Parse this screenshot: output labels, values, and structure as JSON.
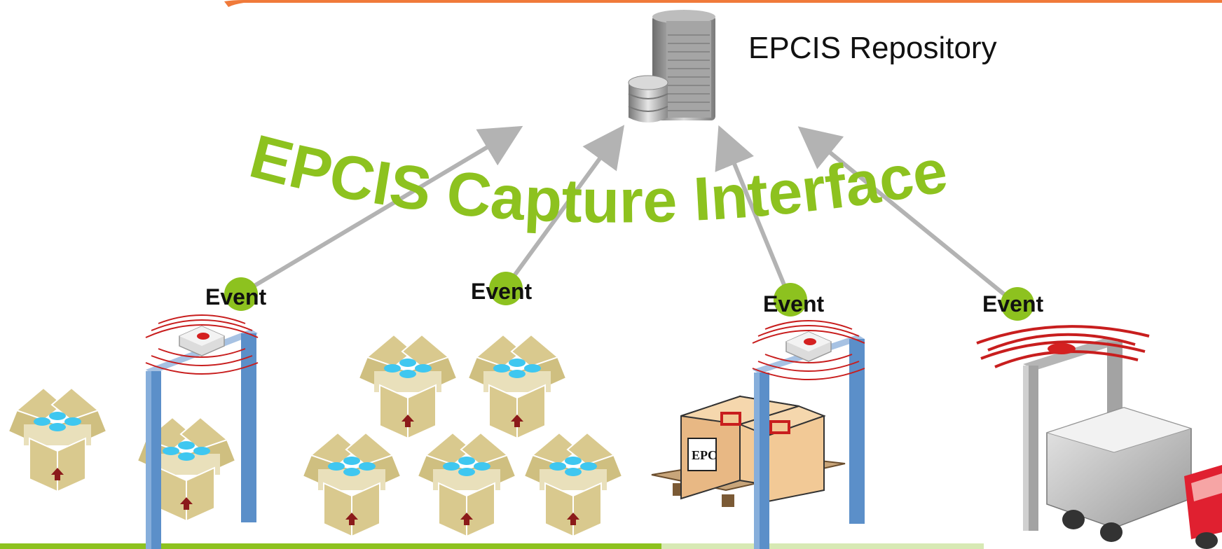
{
  "repository": {
    "label": "EPCIS Repository",
    "icon": "database-server-icon"
  },
  "interface_title": {
    "text": "EPCIS Capture Interface",
    "color": "#8DC21F"
  },
  "events": [
    {
      "label": "Event"
    },
    {
      "label": "Event"
    },
    {
      "label": "Event"
    },
    {
      "label": "Event"
    }
  ],
  "colors": {
    "accent_green": "#8DC21F",
    "top_bar_orange": "#F07A3A",
    "arrow_gray": "#B3B3B3",
    "portal_blue": "#5B8FC9",
    "box_tan": "#D9C98E",
    "truck_red": "#E02030"
  },
  "epc_label_text": "EPC"
}
